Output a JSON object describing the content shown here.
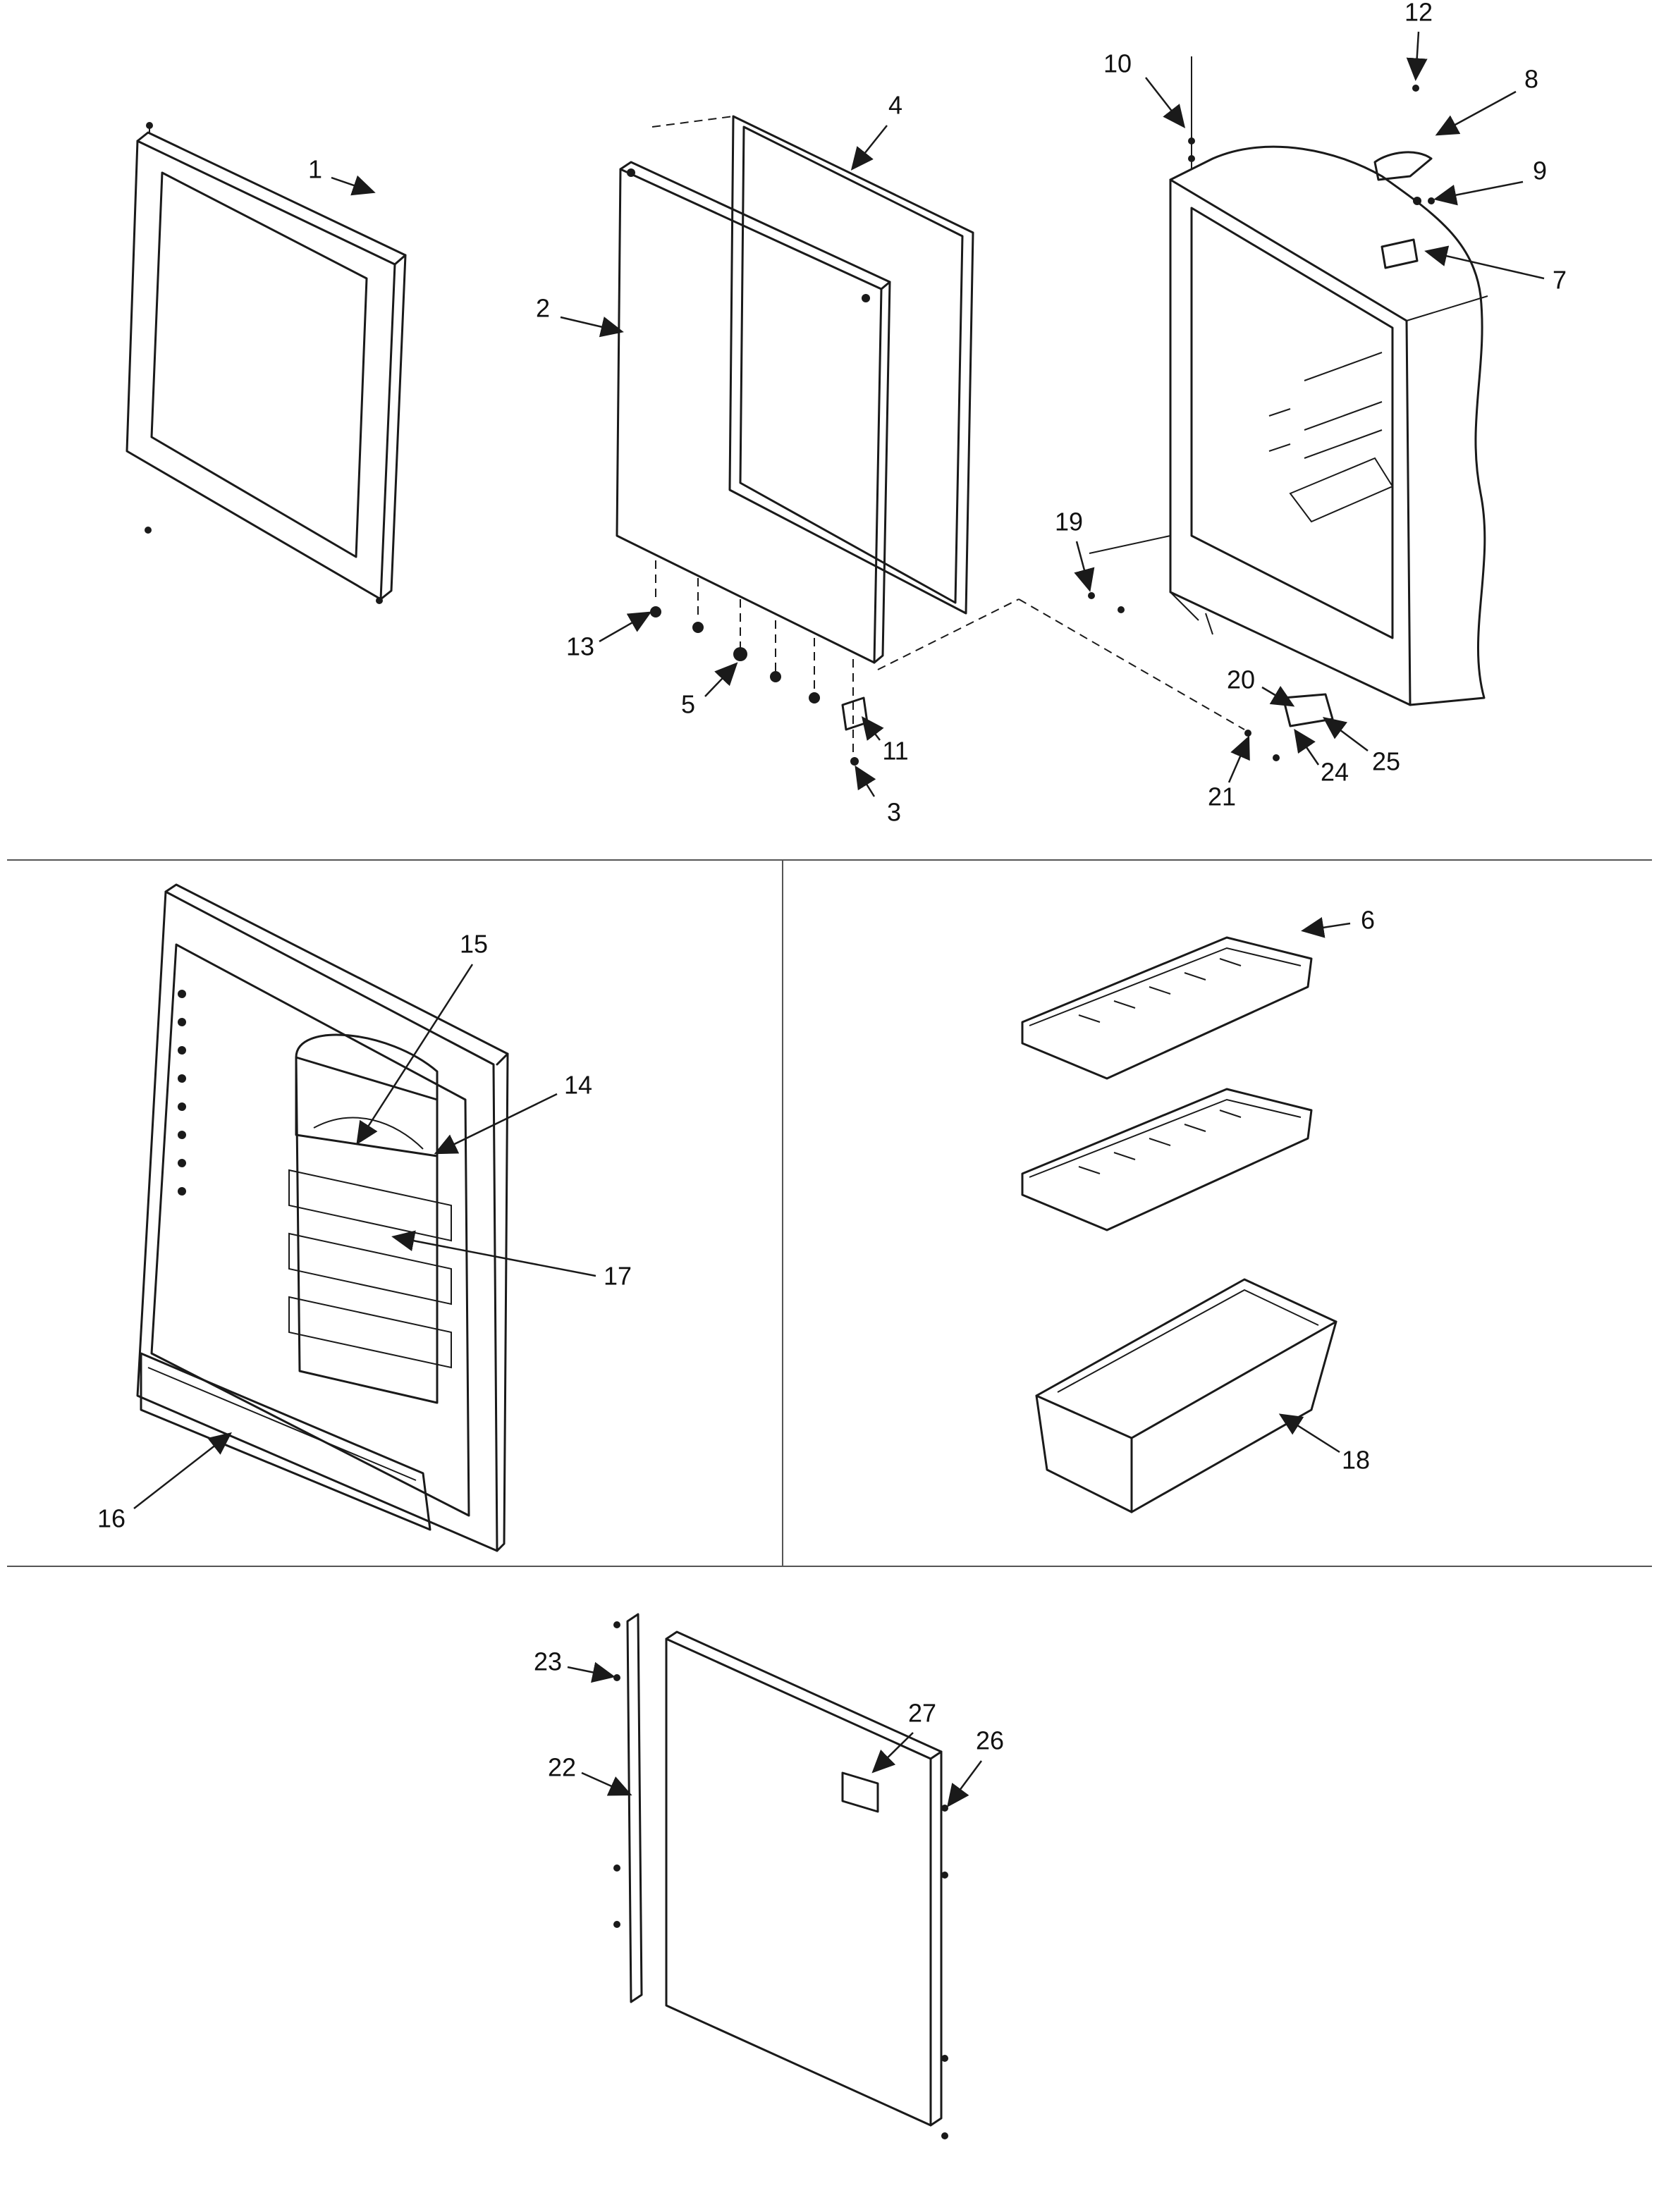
{
  "callouts": {
    "c1": "1",
    "c2": "2",
    "c3": "3",
    "c4": "4",
    "c5": "5",
    "c6": "6",
    "c7": "7",
    "c8": "8",
    "c9": "9",
    "c10": "10",
    "c11": "11",
    "c12": "12",
    "c13": "13",
    "c14": "14",
    "c15": "15",
    "c16": "16",
    "c17": "17",
    "c18": "18",
    "c19": "19",
    "c20": "20",
    "c21": "21",
    "c22": "22",
    "c23": "23",
    "c24": "24",
    "c25": "25",
    "c26": "26",
    "c27": "27"
  },
  "colors": {
    "line": "#1a1a1a",
    "background": "#ffffff",
    "divider": "#555555"
  }
}
